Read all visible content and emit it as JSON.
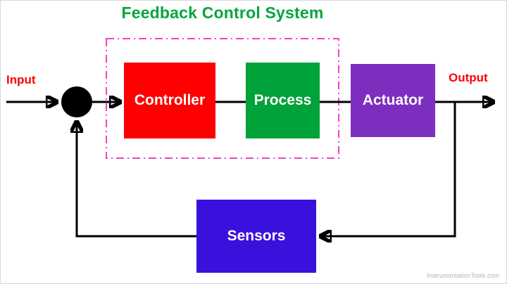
{
  "diagram": {
    "title": "Feedback Control System",
    "blocks": {
      "controller": {
        "label": "Controller",
        "color": "#fe0000"
      },
      "process": {
        "label": "Process",
        "color": "#00a23a"
      },
      "actuator": {
        "label": "Actuator",
        "color": "#7c2fbe"
      },
      "sensors": {
        "label": "Sensors",
        "color": "#3a10dc"
      }
    },
    "labels": {
      "input": "Input",
      "output": "Output"
    },
    "colors": {
      "title": "#00a63c",
      "io_labels": "#fe0000",
      "enclosure": "#f542c2",
      "wire": "#000000",
      "junction": "#000000"
    },
    "watermark": "InstrumentationTools.com"
  }
}
